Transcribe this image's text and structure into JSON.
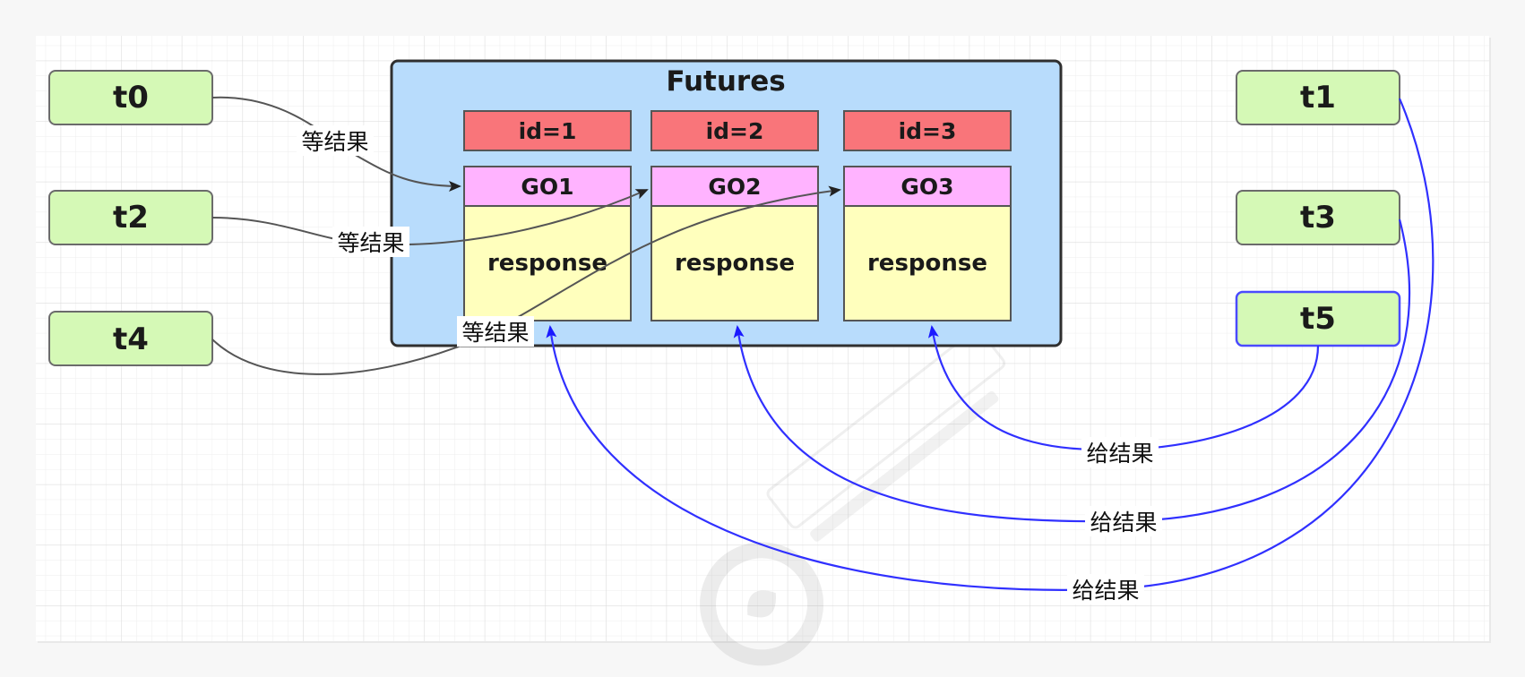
{
  "container": {
    "title": "Futures"
  },
  "futures": [
    {
      "id_label": "id=1",
      "go_label": "GO1",
      "response_label": "response"
    },
    {
      "id_label": "id=2",
      "go_label": "GO2",
      "response_label": "response"
    },
    {
      "id_label": "id=3",
      "go_label": "GO3",
      "response_label": "response"
    }
  ],
  "threads": {
    "t0": "t0",
    "t2": "t2",
    "t4": "t4",
    "t1": "t1",
    "t3": "t3",
    "t5": "t5"
  },
  "edges": {
    "wait_label": "等结果",
    "give_label": "给结果"
  },
  "colors": {
    "container_fill": "#b8dcfc",
    "id_fill": "#f9757a",
    "go_fill": "#ffb3ff",
    "response_fill": "#ffffbd",
    "thread_fill": "#d5f9b6",
    "wait_edge": "#555555",
    "give_edge": "#3030ff"
  }
}
